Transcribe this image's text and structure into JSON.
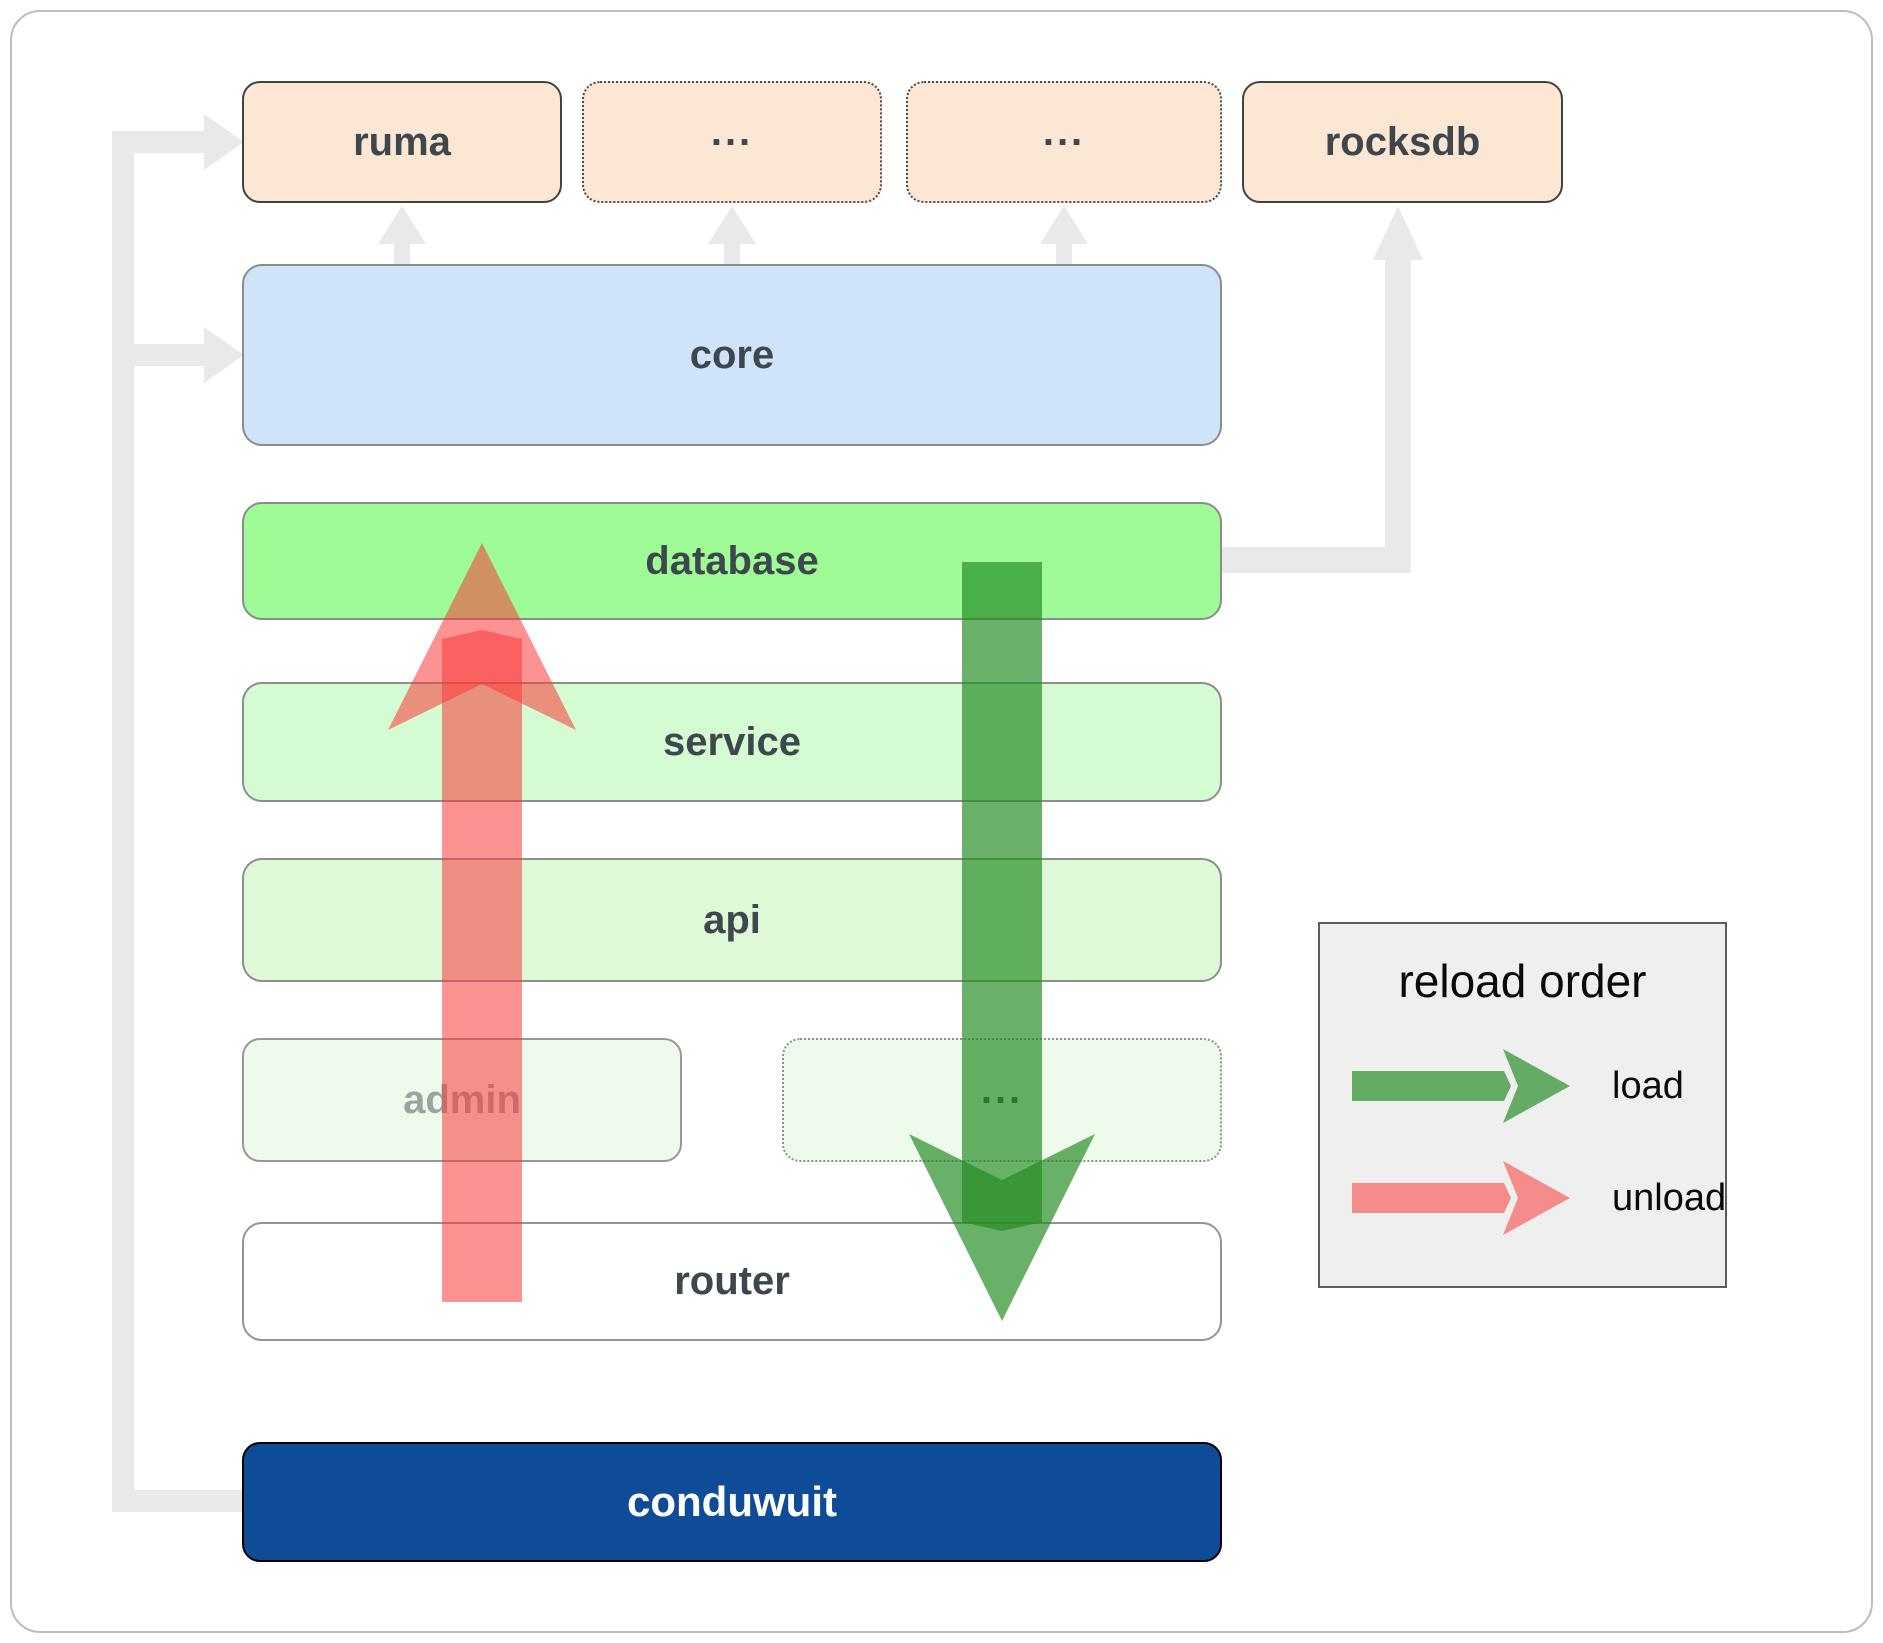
{
  "diagram": {
    "top_row": {
      "ruma": "ruma",
      "ellipsis_a": "...",
      "ellipsis_b": "...",
      "rocksdb": "rocksdb"
    },
    "layers": {
      "core": "core",
      "database": "database",
      "service": "service",
      "api": "api",
      "admin": "admin",
      "ellipsis_admin": "...",
      "router": "router",
      "conduwuit": "conduwuit"
    }
  },
  "legend": {
    "title": "reload order",
    "items": [
      {
        "label": "load",
        "icon": "green-right-arrow",
        "color": "#229622"
      },
      {
        "label": "unload",
        "icon": "red-right-arrow",
        "color": "#f93939"
      }
    ]
  },
  "colors": {
    "peach_box": "#fce6d4",
    "core_box": "#cfe4f9",
    "database_box": "#9ffb96",
    "service_box": "#d4fbd1",
    "api_box": "#def8d8",
    "admin_box": "#eefaeb",
    "router_box": "#ffffff",
    "conduwuit_box": "#0e4c97",
    "load_arrow": "rgba(34,139,34,0.68)",
    "unload_arrow": "rgba(249,57,57,0.55)",
    "connector_gray": "#e9e9e9"
  }
}
